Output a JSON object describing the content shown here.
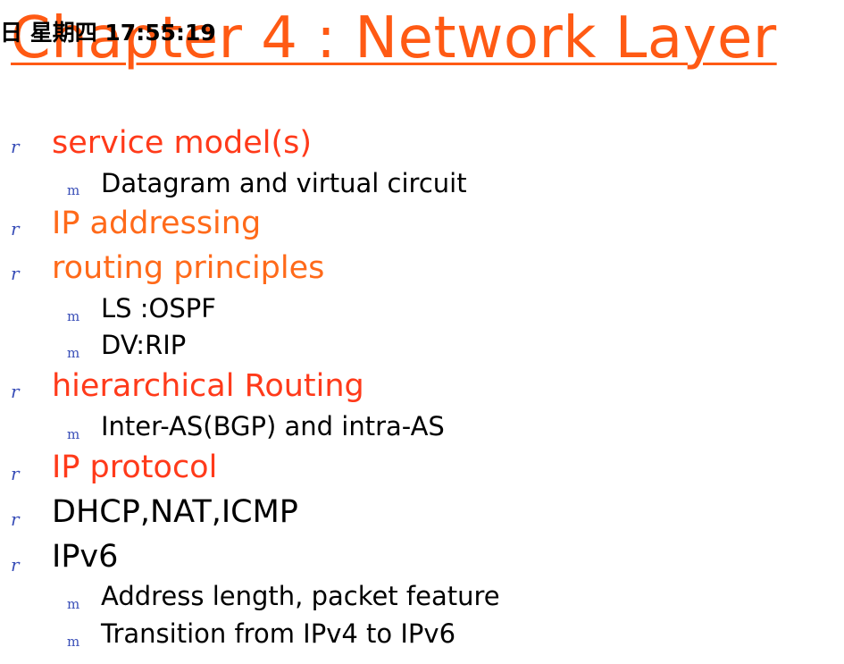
{
  "slide": {
    "title": "Chapter 4 : Network Layer",
    "timestamp": "日 星期四 17:55:19",
    "bullet_marker_level1": "r",
    "bullet_marker_level2": "m",
    "items": [
      {
        "text": "service model(s)",
        "color": "#ff3a1a"
      },
      {
        "text": "Datagram and virtual circuit"
      },
      {
        "text": "IP addressing",
        "color": "#ff6a1a"
      },
      {
        "text": "routing principles",
        "color": "#ff6a1a"
      },
      {
        "text": "LS :OSPF"
      },
      {
        "text": "DV:RIP"
      },
      {
        "text": "hierarchical Routing",
        "color": "#ff3a1a"
      },
      {
        "text": "Inter-AS(BGP) and intra-AS"
      },
      {
        "text": "IP protocol",
        "color": "#ff3a1a"
      },
      {
        "text": "DHCP,NAT,ICMP",
        "color": "#000000"
      },
      {
        "text": "IPv6",
        "color": "#000000"
      },
      {
        "text": "Address length, packet feature"
      },
      {
        "text": "Transition from IPv4 to IPv6"
      }
    ]
  }
}
